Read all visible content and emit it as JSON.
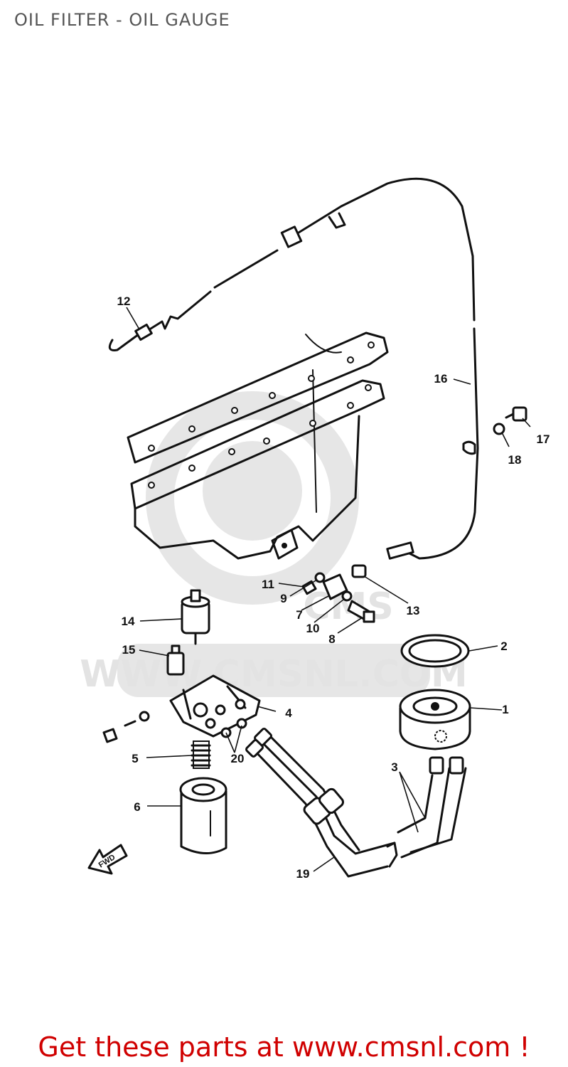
{
  "title": "OIL FILTER - OIL GAUGE",
  "footer": "Get these parts at www.cmsnl.com !",
  "watermark": "WWW.CMSNL.COM",
  "watermark_logo": "CMS",
  "fwd_mark": "FWD",
  "callouts": [
    "1",
    "2",
    "3",
    "4",
    "5",
    "6",
    "7",
    "8",
    "9",
    "10",
    "11",
    "12",
    "13",
    "14",
    "15",
    "16",
    "17",
    "18",
    "19",
    "20"
  ],
  "colors": {
    "footer": "#d00000",
    "title": "#555555",
    "watermark": "#e3e3e3"
  }
}
